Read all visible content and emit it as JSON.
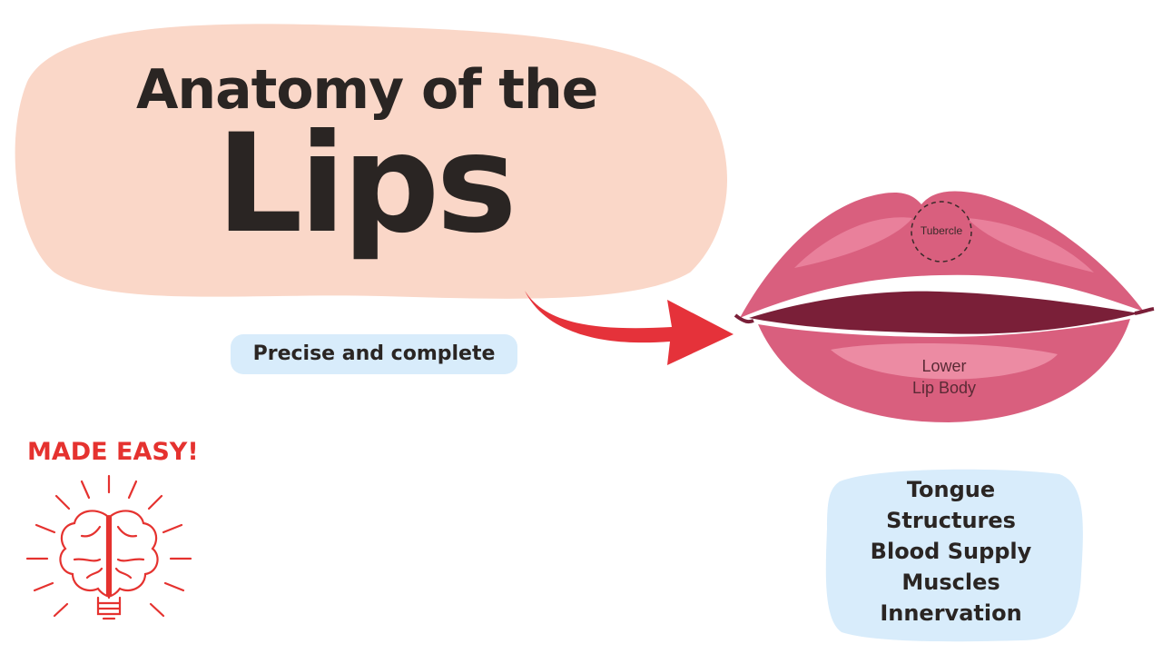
{
  "title": {
    "line1": "Anatomy of the",
    "line2": "Lips"
  },
  "subtitle": "Precise and complete",
  "badge": "MADE EASY!",
  "diagram": {
    "tubercle_label": "Tubercle",
    "lower_label_line1": "Lower",
    "lower_label_line2": "Lip Body"
  },
  "topics": [
    "Tongue",
    "Structures",
    "Blood Supply",
    "Muscles",
    "Innervation"
  ],
  "colors": {
    "blob": "#fad7c8",
    "accent_red": "#e5322f",
    "pill_blue": "#d8ecfb",
    "lip_pink": "#d95f7e",
    "text_dark": "#2a2523"
  },
  "icons": [
    "brain-lightbulb-icon",
    "arrow-icon"
  ]
}
